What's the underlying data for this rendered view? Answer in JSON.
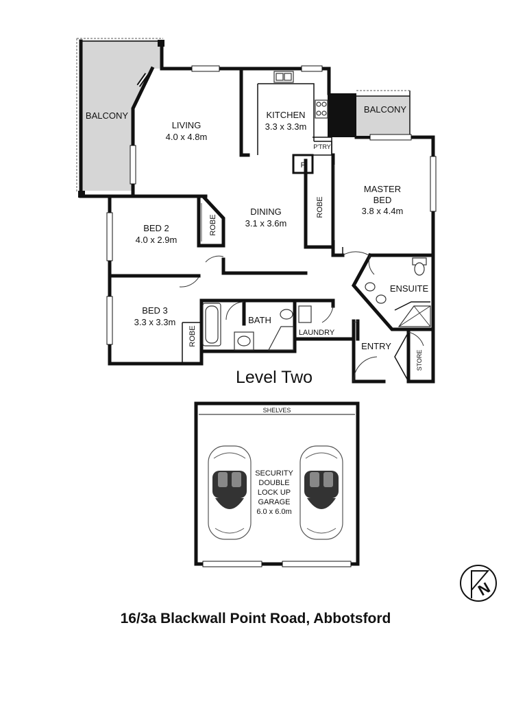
{
  "rooms": {
    "balcony_left": {
      "name": "BALCONY"
    },
    "living": {
      "name": "LIVING",
      "size": "4.0 x 4.8m"
    },
    "kitchen": {
      "name": "KITCHEN",
      "size": "3.3 x 3.3m"
    },
    "balcony_right": {
      "name": "BALCONY"
    },
    "pantry": {
      "name": "P'TRY"
    },
    "fridge": {
      "name": "F"
    },
    "master_bed": {
      "name": "MASTER",
      "name2": "BED",
      "size": "3.8 x 4.4m"
    },
    "master_robe": {
      "name": "ROBE"
    },
    "dining": {
      "name": "DINING",
      "size": "3.1 x 3.6m"
    },
    "bed2": {
      "name": "BED 2",
      "size": "4.0 x 2.9m"
    },
    "bed2_robe": {
      "name": "ROBE"
    },
    "bed3": {
      "name": "BED 3",
      "size": "3.3 x 3.3m"
    },
    "bed3_robe": {
      "name": "ROBE"
    },
    "bath": {
      "name": "BATH"
    },
    "laundry": {
      "name": "LAUNDRY"
    },
    "ensuite": {
      "name": "ENSUITE"
    },
    "entry": {
      "name": "ENTRY"
    },
    "store": {
      "name": "STORE"
    }
  },
  "level_label": "Level Two",
  "garage": {
    "shelves": "SHELVES",
    "lines": [
      "SECURITY",
      "DOUBLE",
      "LOCK UP",
      "GARAGE",
      "6.0 x 6.0m"
    ]
  },
  "address": "16/3a Blackwall Point Road, Abbotsford",
  "compass": {
    "letter": "N"
  }
}
